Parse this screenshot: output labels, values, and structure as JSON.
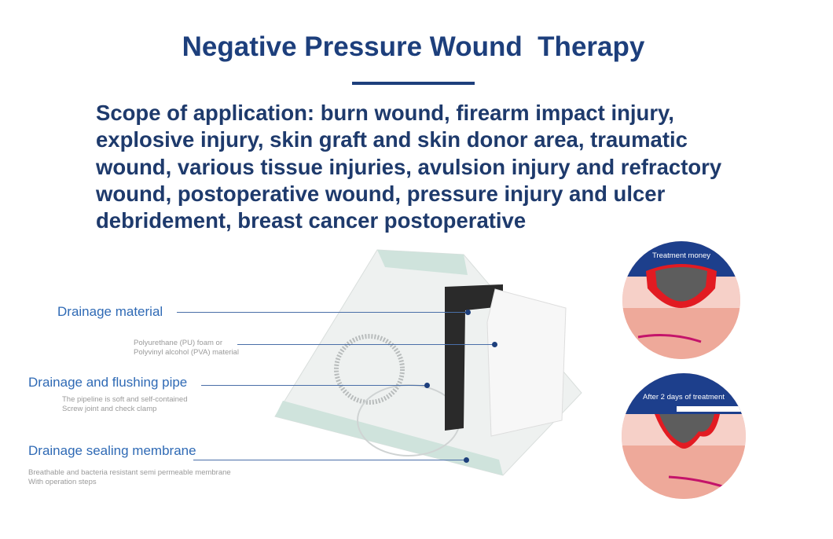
{
  "title": "Negative Pressure Wound  Therapy",
  "scope_lines": [
    "Scope of application: burn wound, firearm impact injury,",
    "explosive injury, skin graft and skin donor area, traumatic",
    "wound, various tissue injuries, avulsion injury and refractory",
    "wound, postoperative wound, pressure injury and ulcer",
    "debridement, breast cancer postoperative"
  ],
  "components": [
    {
      "label": "Drainage material",
      "desc": [
        "Polyurethane (PU) foam or",
        "Polyvinyl alcohol (PVA) material"
      ]
    },
    {
      "label": "Drainage and flushing pipe",
      "desc": [
        "The pipeline is soft and self-contained",
        "Screw joint and check clamp"
      ]
    },
    {
      "label": "Drainage sealing membrane",
      "desc": [
        "Breathable and bacteria resistant semi permeable membrane",
        "With operation steps"
      ]
    }
  ],
  "diagrams": [
    {
      "title": "Treatment money"
    },
    {
      "title": "After 2 days of treatment"
    }
  ],
  "colors": {
    "heading": "#1d3f7c",
    "label": "#2f6ab5",
    "muted": "#9a9a9a"
  }
}
